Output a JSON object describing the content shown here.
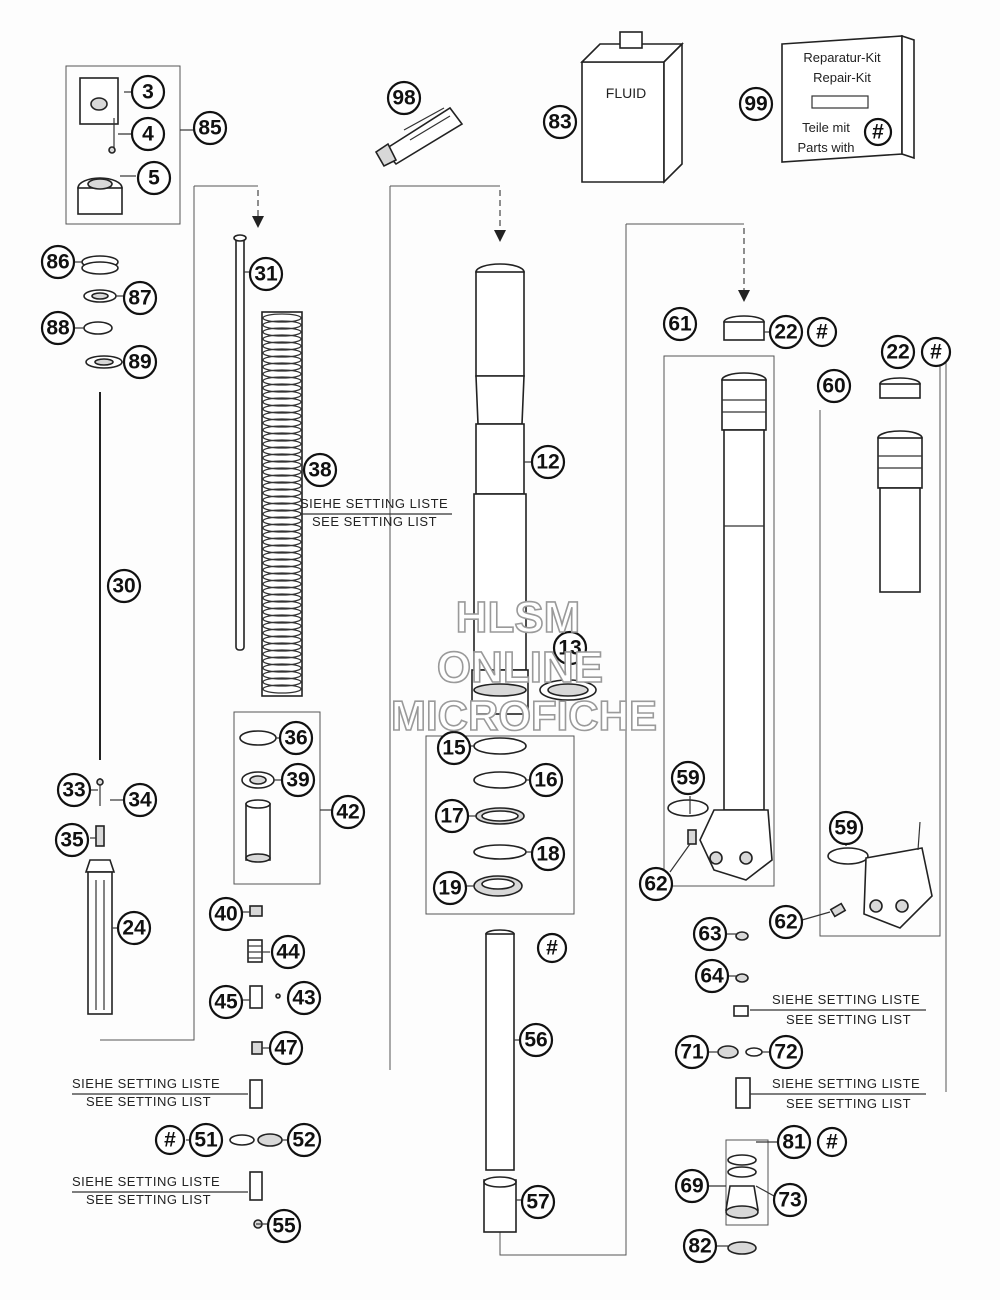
{
  "diagram": {
    "callouts": [
      {
        "id": "3"
      },
      {
        "id": "4"
      },
      {
        "id": "5"
      },
      {
        "id": "85"
      },
      {
        "id": "98"
      },
      {
        "id": "83"
      },
      {
        "id": "99"
      },
      {
        "id": "86"
      },
      {
        "id": "87"
      },
      {
        "id": "88"
      },
      {
        "id": "89"
      },
      {
        "id": "30"
      },
      {
        "id": "31"
      },
      {
        "id": "38"
      },
      {
        "id": "12"
      },
      {
        "id": "13"
      },
      {
        "id": "61"
      },
      {
        "id": "22"
      },
      {
        "id": "#"
      },
      {
        "id": "22"
      },
      {
        "id": "#"
      },
      {
        "id": "60"
      },
      {
        "id": "36"
      },
      {
        "id": "39"
      },
      {
        "id": "42"
      },
      {
        "id": "15"
      },
      {
        "id": "16"
      },
      {
        "id": "17"
      },
      {
        "id": "18"
      },
      {
        "id": "19"
      },
      {
        "id": "#"
      },
      {
        "id": "33"
      },
      {
        "id": "34"
      },
      {
        "id": "35"
      },
      {
        "id": "24"
      },
      {
        "id": "59"
      },
      {
        "id": "62"
      },
      {
        "id": "59"
      },
      {
        "id": "62"
      },
      {
        "id": "40"
      },
      {
        "id": "44"
      },
      {
        "id": "45"
      },
      {
        "id": "43"
      },
      {
        "id": "47"
      },
      {
        "id": "56"
      },
      {
        "id": "63"
      },
      {
        "id": "64"
      },
      {
        "id": "71"
      },
      {
        "id": "72"
      },
      {
        "id": "#"
      },
      {
        "id": "51"
      },
      {
        "id": "52"
      },
      {
        "id": "57"
      },
      {
        "id": "55"
      },
      {
        "id": "81"
      },
      {
        "id": "#"
      },
      {
        "id": "69"
      },
      {
        "id": "73"
      },
      {
        "id": "82"
      }
    ],
    "fluid_label": "FLUID",
    "repair_kit": {
      "line1": "Reparatur-Kit",
      "line2": "Repair-Kit",
      "line3": "Teile mit",
      "line4": "Parts with",
      "hash": "#"
    },
    "setting_notes": [
      {
        "de": "SIEHE SETTING LISTE",
        "en": "SEE SETTING LIST"
      },
      {
        "de": "SIEHE SETTING LISTE",
        "en": "SEE SETTING LIST"
      },
      {
        "de": "SIEHE SETTING LISTE",
        "en": "SEE SETTING LIST"
      },
      {
        "de": "SIEHE SETTING LISTE",
        "en": "SEE SETTING LIST"
      },
      {
        "de": "SIEHE SETTING LISTE",
        "en": "SEE SETTING LIST"
      }
    ],
    "watermark": {
      "line1": "HLSM",
      "line2": "ONLINE",
      "line3": "MICROFICHE"
    }
  }
}
